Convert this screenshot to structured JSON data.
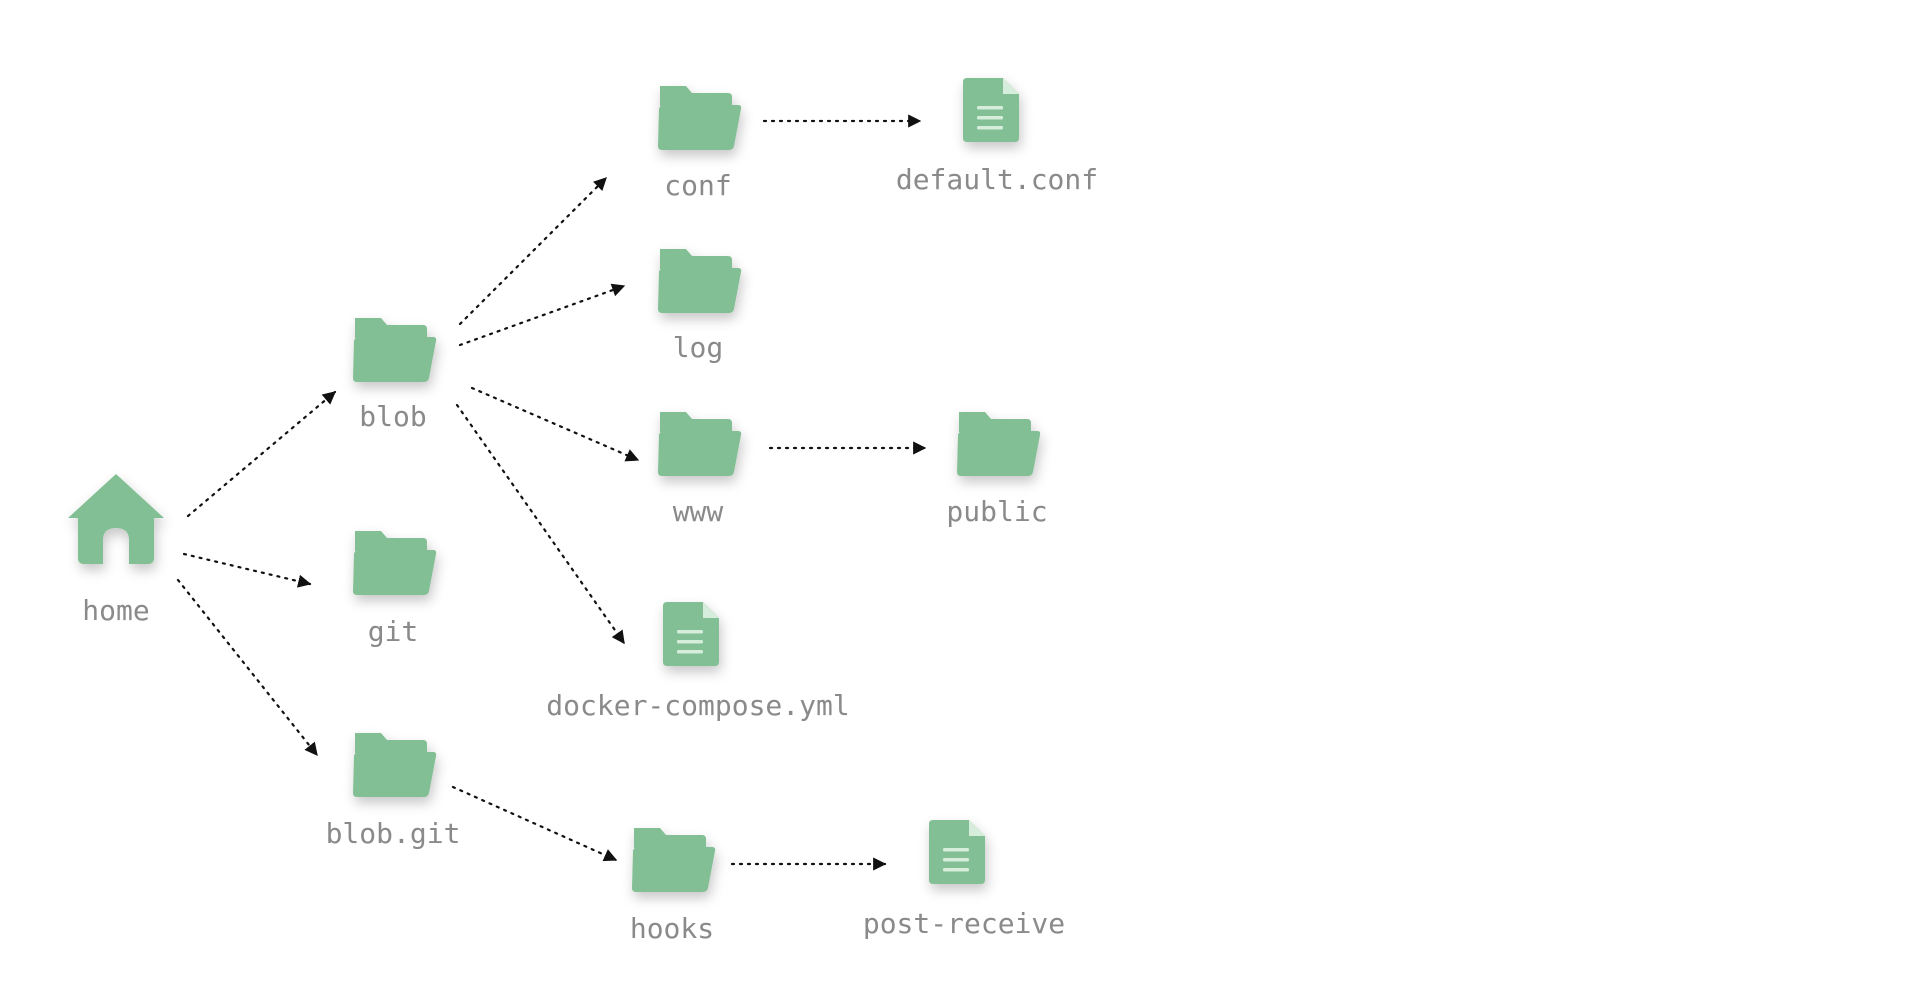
{
  "colors": {
    "icon": "#82bf94",
    "icon_fold": "#d7eddc",
    "label": "#8a8a8a",
    "edge": "#111111",
    "background": "#ffffff"
  },
  "nodes": {
    "home": {
      "label": "home",
      "icon": "home-icon"
    },
    "blob": {
      "label": "blob",
      "icon": "folder-icon"
    },
    "git": {
      "label": "git",
      "icon": "folder-icon"
    },
    "blob_git": {
      "label": "blob.git",
      "icon": "folder-icon"
    },
    "conf": {
      "label": "conf",
      "icon": "folder-icon"
    },
    "log": {
      "label": "log",
      "icon": "folder-icon"
    },
    "www": {
      "label": "www",
      "icon": "folder-icon"
    },
    "docker_compose": {
      "label": "docker-compose.yml",
      "icon": "file-icon"
    },
    "default_conf": {
      "label": "default.conf",
      "icon": "file-icon"
    },
    "public": {
      "label": "public",
      "icon": "folder-icon"
    },
    "hooks": {
      "label": "hooks",
      "icon": "folder-icon"
    },
    "post_receive": {
      "label": "post-receive",
      "icon": "file-icon"
    }
  },
  "edges": [
    {
      "from": "home",
      "to": "blob"
    },
    {
      "from": "home",
      "to": "git"
    },
    {
      "from": "home",
      "to": "blob_git"
    },
    {
      "from": "blob",
      "to": "conf"
    },
    {
      "from": "blob",
      "to": "log"
    },
    {
      "from": "blob",
      "to": "www"
    },
    {
      "from": "blob",
      "to": "docker_compose"
    },
    {
      "from": "conf",
      "to": "default_conf"
    },
    {
      "from": "www",
      "to": "public"
    },
    {
      "from": "blob_git",
      "to": "hooks"
    },
    {
      "from": "hooks",
      "to": "post_receive"
    }
  ]
}
